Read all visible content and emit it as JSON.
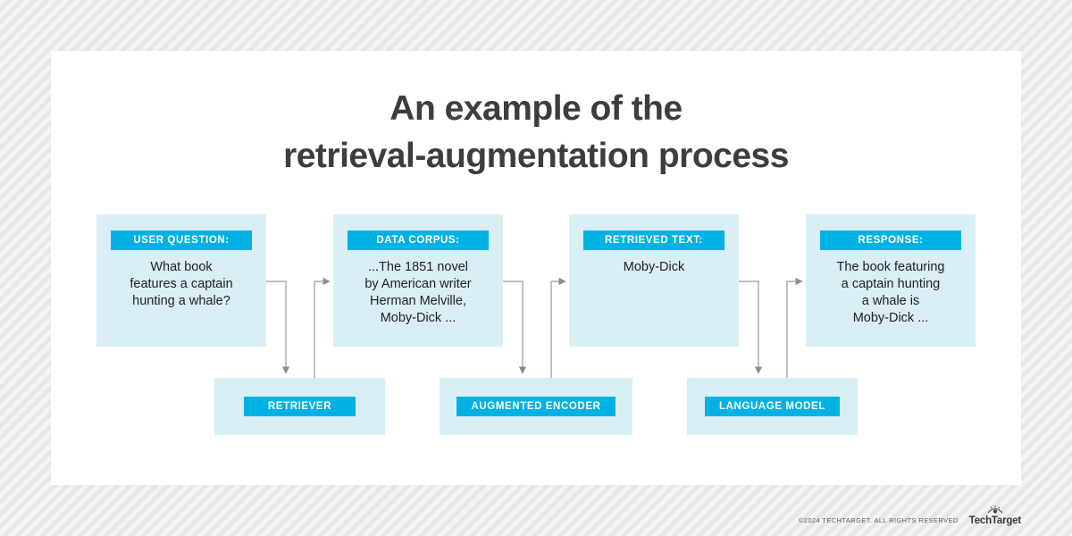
{
  "title": "An example of the\nretrieval-augmentation process",
  "top_boxes": [
    {
      "label": "USER QUESTION:",
      "text": "What book\nfeatures a captain\nhunting a whale?"
    },
    {
      "label": "DATA CORPUS:",
      "text": "...The 1851 novel\nby American writer\nHerman Melville,\nMoby-Dick ..."
    },
    {
      "label": "RETRIEVED TEXT:",
      "text": "Moby-Dick"
    },
    {
      "label": "RESPONSE:",
      "text": "The book featuring\na captain hunting\na whale is\nMoby-Dick ..."
    }
  ],
  "bottom_boxes": [
    {
      "label": "RETRIEVER"
    },
    {
      "label": "AUGMENTED ENCODER"
    },
    {
      "label": "LANGUAGE MODEL"
    }
  ],
  "footer": {
    "copyright": "©2024 TECHTARGET. ALL RIGHTS RESERVED",
    "brand": "TechTarget"
  },
  "colors": {
    "accent": "#00b2e3",
    "box_bg": "#d9edf5"
  }
}
